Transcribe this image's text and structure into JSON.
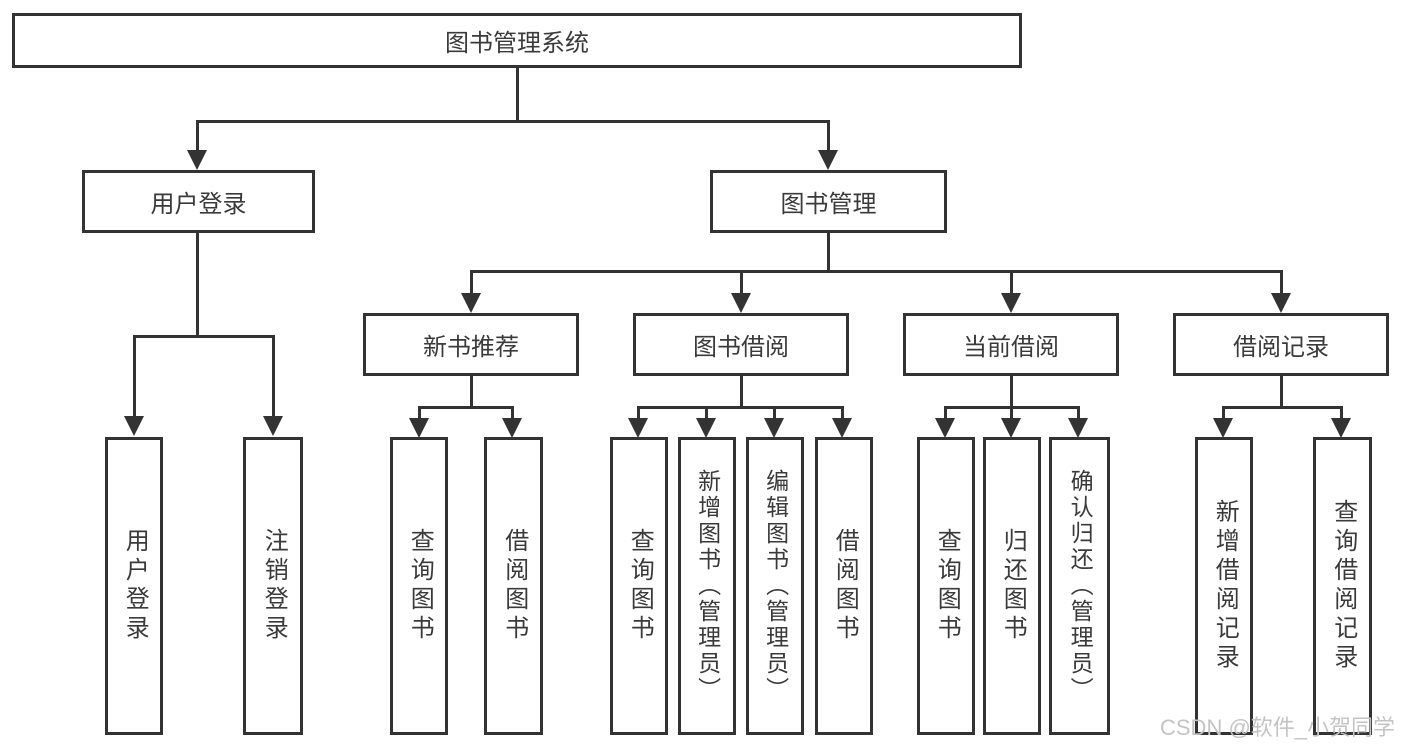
{
  "diagram": {
    "title": "图书管理系统",
    "level2": {
      "login": "用户登录",
      "management": "图书管理"
    },
    "level3": {
      "new_book": "新书推荐",
      "borrow": "图书借阅",
      "current": "当前借阅",
      "records": "借阅记录"
    },
    "leaves": {
      "login": [
        "用户登录",
        "注销登录"
      ],
      "new_book": [
        "查询图书",
        "借阅图书"
      ],
      "borrow": [
        "查询图书",
        "新增图书（管理员）",
        "编辑图书（管理员）",
        "借阅图书"
      ],
      "current": [
        "查询图书",
        "归还图书",
        "确认归还（管理员）"
      ],
      "records": [
        "新增借阅记录",
        "查询借阅记录"
      ]
    },
    "colors": {
      "line": "#333333",
      "text": "#3a3a3a",
      "background": "#ffffff",
      "watermark": "#c4c4c4"
    }
  },
  "watermark": "CSDN @软件_小贺同学"
}
